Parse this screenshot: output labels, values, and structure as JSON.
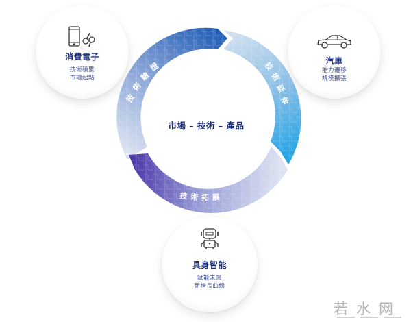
{
  "diagram": {
    "center_label": "市場 – 技術 – 產品",
    "cycle_segments": [
      {
        "label": "技術驗證",
        "chars": [
          "技",
          "術",
          "驗",
          "證"
        ],
        "color_start": "#dfe6f3",
        "color_end": "#1f5bb5"
      },
      {
        "label": "技術延伸",
        "chars": [
          "技",
          "術",
          "延",
          "伸"
        ],
        "color_start": "#d9e3f1",
        "color_end": "#1aa3e6"
      },
      {
        "label": "技術拓展",
        "chars": [
          "技",
          "術",
          "拓",
          "展"
        ],
        "color_start": "#dde3f2",
        "color_end": "#4a34a8"
      }
    ],
    "nodes": [
      {
        "id": "consumer-electronics",
        "icon": "smartphone-earbuds-icon",
        "title": "消費電子",
        "lines": [
          "技術積累",
          "市場起點"
        ]
      },
      {
        "id": "automotive",
        "icon": "car-icon",
        "title": "汽車",
        "lines": [
          "能力遷移",
          "規模擴張"
        ]
      },
      {
        "id": "embodied-ai",
        "icon": "robot-icon",
        "title": "具身智能",
        "lines": [
          "賦能未來",
          "新增長曲線"
        ]
      }
    ]
  },
  "watermark": {
    "text": "若水网"
  },
  "colors": {
    "title": "#1b2f7a",
    "subtitle": "#3b4a8a",
    "center": "#1a2a70"
  }
}
